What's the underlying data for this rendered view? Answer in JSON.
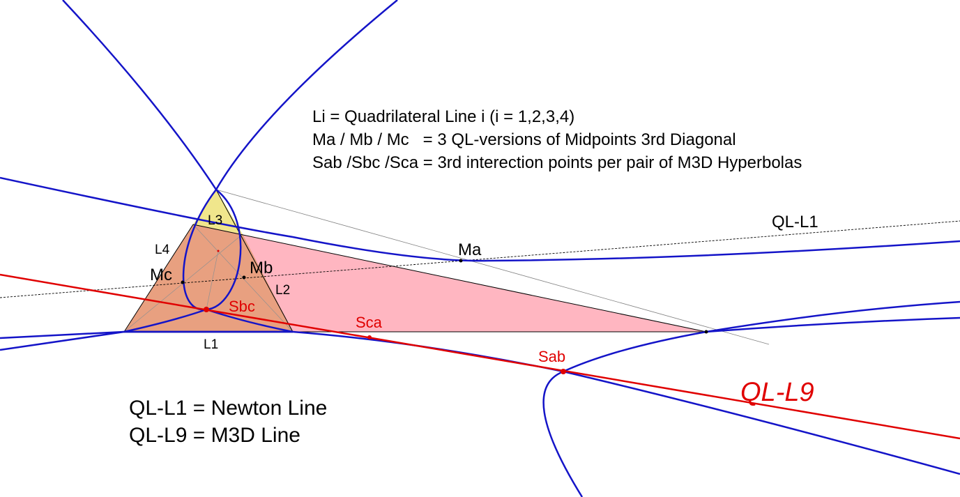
{
  "legend_lines": [
    "Li = Quadrilateral Line i (i = 1,2,3,4)",
    "Ma / Mb / Mc   = 3 QL-versions of Midpoints 3rd Diagonal",
    "Sab /Sbc /Sca = 3rd interection points per pair of M3D Hyperbolas"
  ],
  "notes": {
    "newton": "QL-L1 = Newton Line",
    "m3d": "QL-L9 = M3D Line"
  },
  "line_labels": {
    "L1": "L1",
    "L2": "L2",
    "L3": "L3",
    "L4": "L4",
    "ql_l1": "QL-L1",
    "ql_l9": "QL-L9"
  },
  "point_labels": {
    "Ma": "Ma",
    "Mb": "Mb",
    "Mc": "Mc",
    "Sab": "Sab",
    "Sbc": "Sbc",
    "Sca": "Sca"
  },
  "colors": {
    "hyperbola": "#1414c8",
    "m3d_line": "#e00000",
    "triangle_fill": "#e8a080",
    "large_triangle_fill": "#ffb6c1",
    "top_region_fill": "#f0e68c",
    "construction": "#808080",
    "text": "#000000"
  }
}
